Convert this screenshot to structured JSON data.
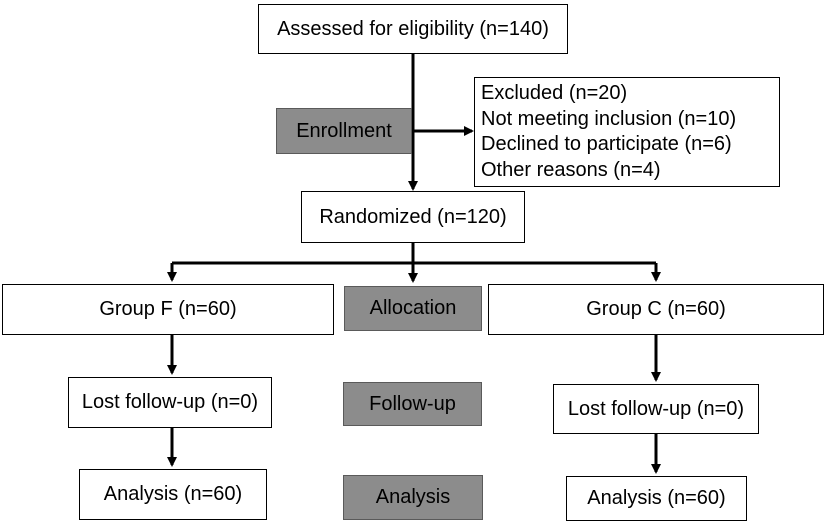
{
  "flowchart": {
    "assessed": "Assessed for eligibility (n=140)",
    "excluded": {
      "title": "Excluded (n=20)",
      "reasons": [
        "Not meeting inclusion (n=10)",
        "Declined to participate (n=6)",
        "Other reasons (n=4)"
      ]
    },
    "randomized": "Randomized (n=120)",
    "group_f": {
      "label": "Group F (n=60)",
      "lost": "Lost follow-up (n=0)",
      "analysis": "Analysis (n=60)"
    },
    "group_c": {
      "label": "Group C (n=60)",
      "lost": "Lost follow-up (n=0)",
      "analysis": "Analysis (n=60)"
    }
  },
  "stages": {
    "enrollment": "Enrollment",
    "allocation": "Allocation",
    "follow_up": "Follow-up",
    "analysis": "Analysis"
  },
  "colors": {
    "stage_fill": "#8c8c8c",
    "line": "#000000"
  }
}
